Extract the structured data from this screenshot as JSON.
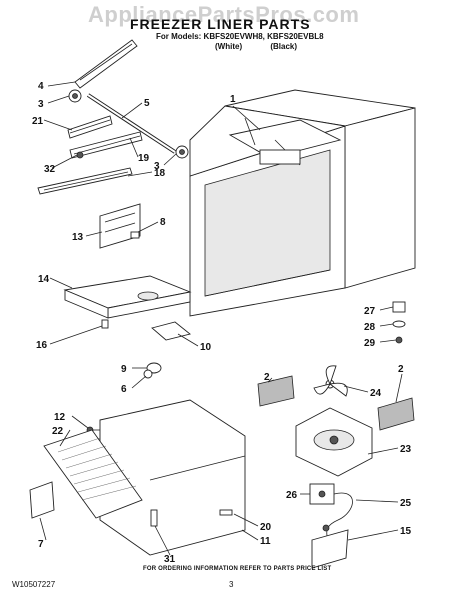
{
  "header": {
    "watermark": "AppliancePartsPros.com",
    "title": "FREEZER LINER PARTS",
    "models_line": "For Models: KBFS20EVWH8, KBFS20EVBL8",
    "variants": "(White) (Black)"
  },
  "callouts": {
    "c1": "1",
    "c2a": "2",
    "c2b": "2",
    "c3a": "3",
    "c3b": "3",
    "c4": "4",
    "c5": "5",
    "c6": "6",
    "c7": "7",
    "c8": "8",
    "c9": "9",
    "c10": "10",
    "c11": "11",
    "c12": "12",
    "c13": "13",
    "c14": "14",
    "c15": "15",
    "c16": "16",
    "c18": "18",
    "c19": "19",
    "c20": "20",
    "c21": "21",
    "c22": "22",
    "c23": "23",
    "c24": "24",
    "c25": "25",
    "c26": "26",
    "c27": "27",
    "c28": "28",
    "c29": "29",
    "c31": "31",
    "c32": "32"
  },
  "footer": {
    "note": "FOR ORDERING INFORMATION REFER TO PARTS PRICE LIST",
    "doc_id": "W10507227",
    "page": "3"
  }
}
